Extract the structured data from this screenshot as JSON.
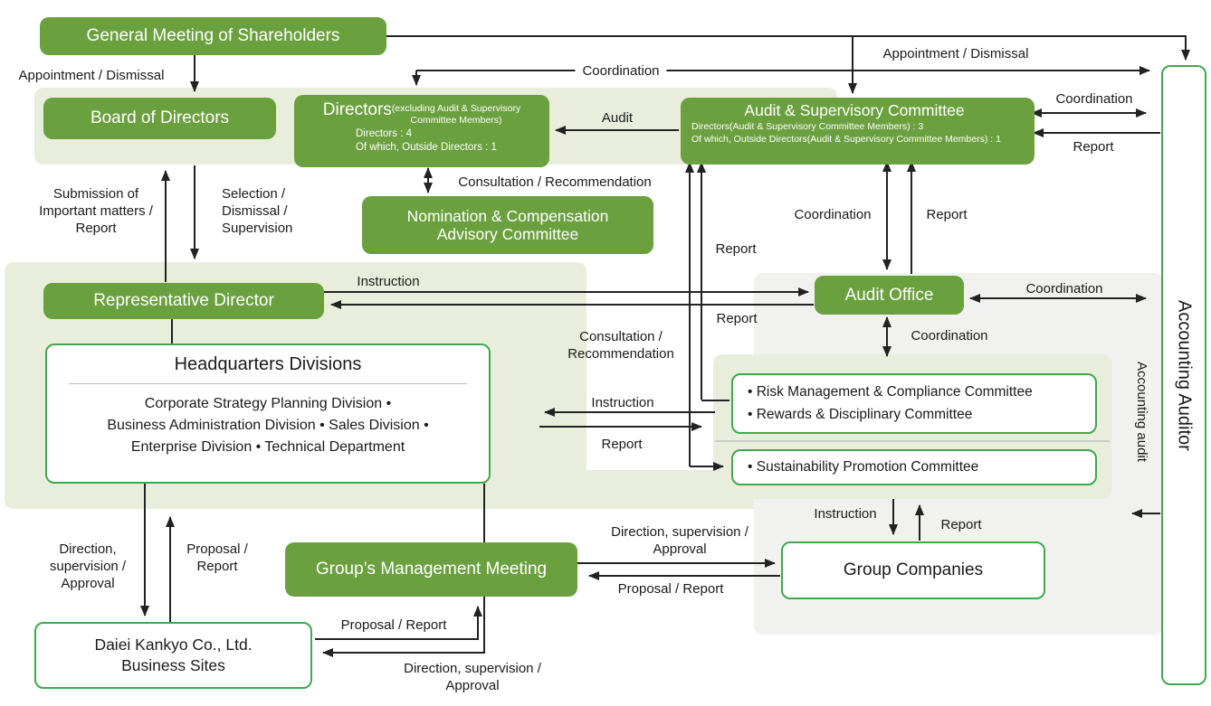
{
  "diagram_title": "Corporate governance structure diagram",
  "nodes": {
    "general_meeting": {
      "label": "General Meeting of Shareholders"
    },
    "board": {
      "label": "Board of Directors"
    },
    "directors": {
      "title": "Directors",
      "qualifier": "(excluding Audit & Supervisory\nCommittee Members)",
      "stats": "Directors : 4\nOf which, Outside Directors : 1"
    },
    "audit_committee": {
      "title": "Audit & Supervisory Committee",
      "stats": "Directors(Audit & Supervisory Committee Members) : 3\nOf which, Outside Directors(Audit & Supervisory Committee Members) : 1"
    },
    "nomination": {
      "label": "Nomination & Compensation\nAdvisory Committee"
    },
    "rep_director": {
      "label": "Representative Director"
    },
    "audit_office": {
      "label": "Audit Office"
    },
    "headquarters": {
      "title": "Headquarters Divisions",
      "divisions": "Corporate Strategy Planning Division •\nBusiness Administration Division • Sales Division •\nEnterprise Division • Technical Department"
    },
    "risk_committees": {
      "label": "• Risk Management & Compliance Committee\n• Rewards & Disciplinary Committee"
    },
    "sustainability_committee": {
      "label": "• Sustainability Promotion Committee"
    },
    "group_management_meeting": {
      "label": "Group’s Management Meeting"
    },
    "group_companies": {
      "label": "Group Companies"
    },
    "business_sites": {
      "label": "Daiei Kankyo Co., Ltd.\nBusiness Sites"
    },
    "accounting_auditor": {
      "label": "Accounting Auditor"
    }
  },
  "labels": {
    "appointment_dismissal": "Appointment / Dismissal",
    "coordination": "Coordination",
    "report": "Report",
    "audit": "Audit",
    "instruction": "Instruction",
    "consultation_recommendation": "Consultation / Recommendation",
    "consultation_recommendation_2l": "Consultation /\nRecommendation",
    "submission_3l": "Submission of\nImportant matters /\nReport",
    "selection_3l": "Selection /\nDismissal /\nSupervision",
    "direction_supervision_2l": "Direction, supervision /\nApproval",
    "direction_supervision_3l": "Direction,\nsupervision /\nApproval",
    "proposal_report": "Proposal / Report",
    "proposal_report_2l": "Proposal /\nReport",
    "accounting_audit": "Accounting audit"
  },
  "colors": {
    "box_green": "#6ba03f",
    "border_green": "#3fa84f",
    "panel_green": "#e8eedb",
    "panel_gray": "#f1f1ef",
    "line": "#222222",
    "text": "#1a1a1a"
  }
}
